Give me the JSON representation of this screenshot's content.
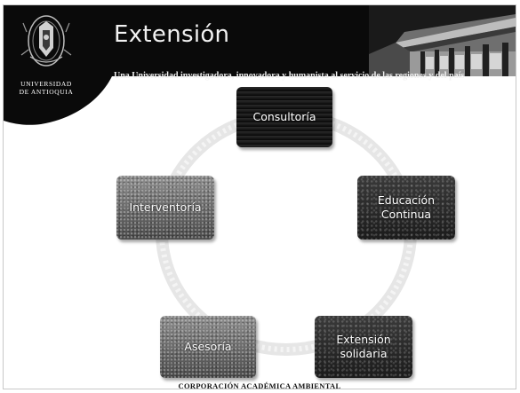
{
  "header": {
    "title": "Extensión",
    "tagline": "Una Universidad investigadora, innovadora y humanista al servicio de las regiones y del país"
  },
  "logo": {
    "line1": "UNIVERSIDAD",
    "line2": "DE ANTIOQUIA"
  },
  "diagram": {
    "nodes": [
      {
        "label": "Consultoría"
      },
      {
        "label": "Educación Continua"
      },
      {
        "label": "Extensión solidaria"
      },
      {
        "label": "Asesoría"
      },
      {
        "label": "Interventoría"
      }
    ]
  },
  "footer": {
    "text": "CORPORACIÓN ACADÉMICA AMBIENTAL"
  }
}
